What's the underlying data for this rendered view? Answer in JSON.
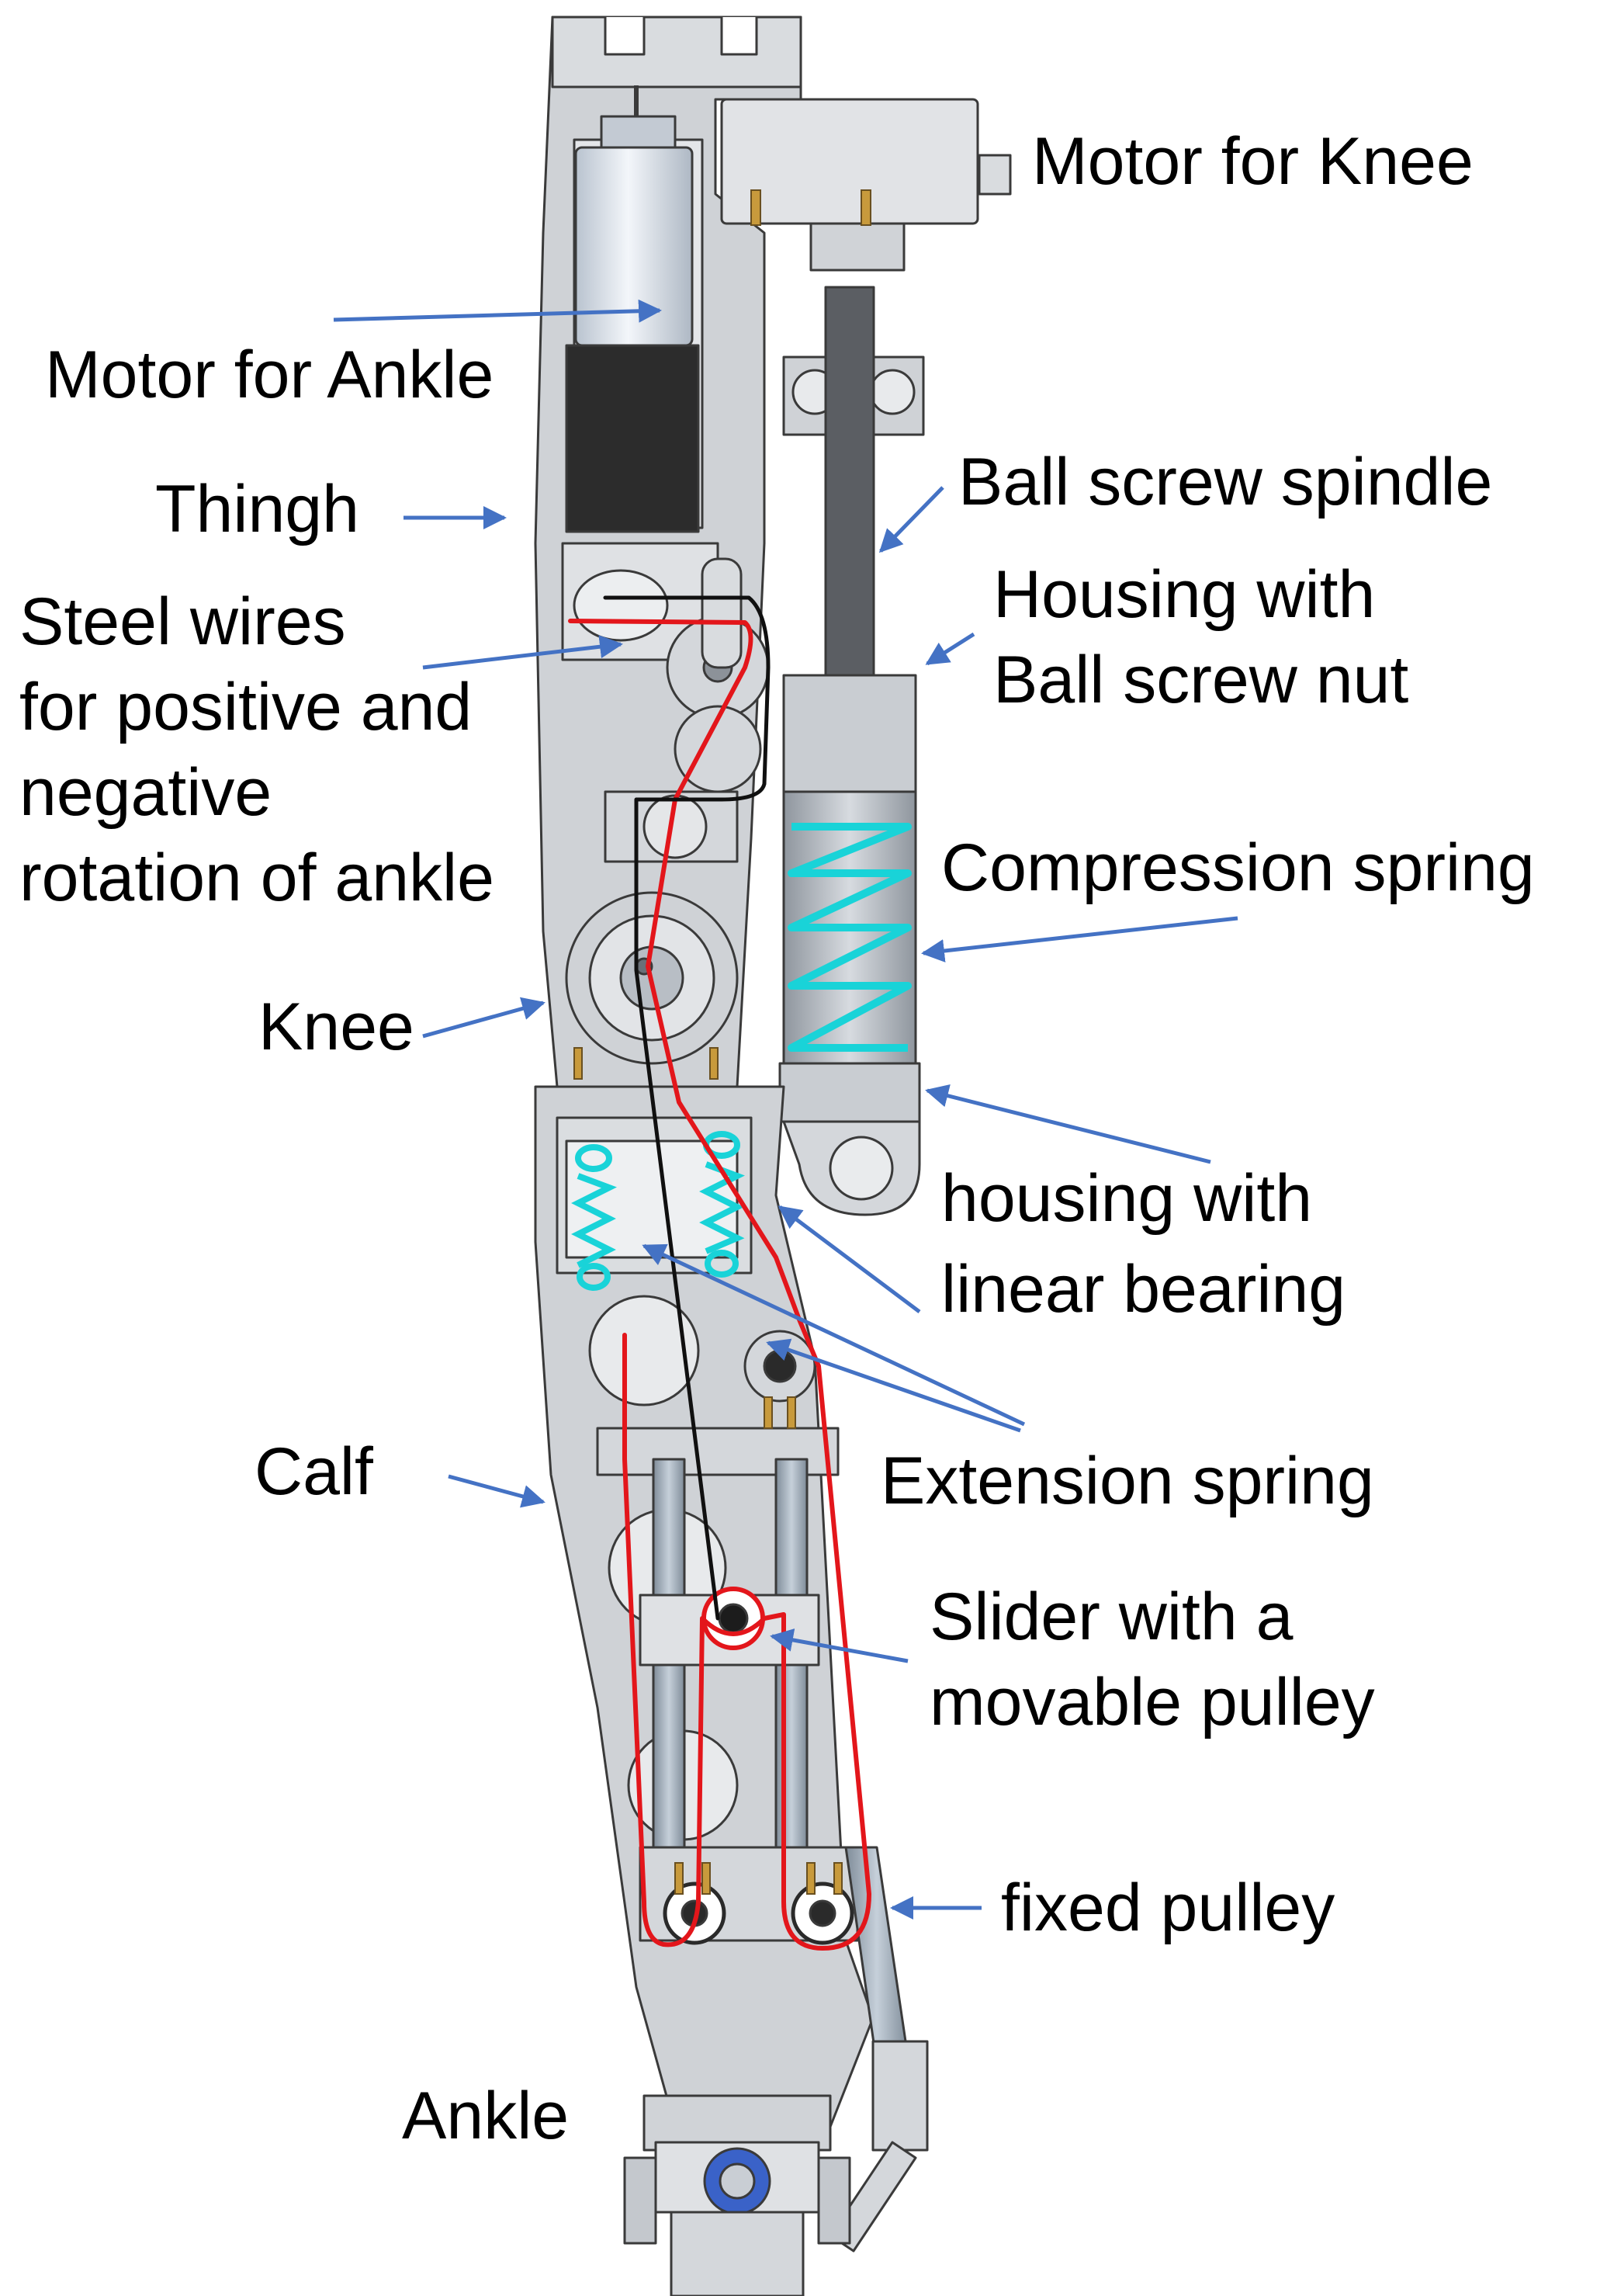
{
  "labels": {
    "motor_knee": "Motor for Knee",
    "motor_ankle": "Motor for Ankle",
    "thigh": "Thingh",
    "ball_screw_spindle": "Ball screw spindle",
    "housing_nut_line1": "Housing with",
    "housing_nut_line2": "Ball screw nut",
    "steel_wires_line1": "Steel wires",
    "steel_wires_line2": "for positive and",
    "steel_wires_line3": "negative",
    "steel_wires_line4": "rotation of ankle",
    "compression_spring": "Compression spring",
    "knee": "Knee",
    "housing_bearing_line1": "housing with",
    "housing_bearing_line2": "linear bearing",
    "calf": "Calf",
    "extension_spring": "Extension spring",
    "slider_line1": "Slider with a",
    "slider_line2": "movable pulley",
    "fixed_pulley": "fixed pulley",
    "ankle": "Ankle"
  },
  "colors": {
    "frame": "#cfd2d6",
    "frame_stroke": "#3a3a3a",
    "motor_silver": "#dde3ea",
    "motor_black": "#2c2c2c",
    "spindle": "#5b5e63",
    "rod": "#9eaab7",
    "spring": "#19d3d8",
    "wire_red": "#e3161b",
    "wire_black": "#101010",
    "arrow": "#4472c4",
    "screw_gold": "#c89a3c",
    "bearing_blue": "#3a62c8"
  }
}
